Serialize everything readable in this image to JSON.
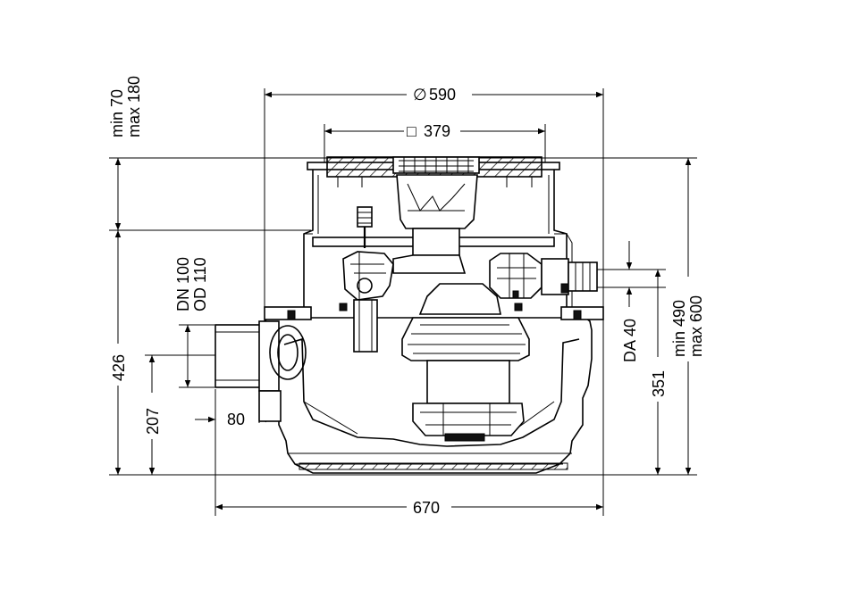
{
  "dimensions": {
    "diameter_top": "590",
    "square_cover": "379",
    "height_adjust_min": "min 70",
    "height_adjust_max": "max 180",
    "total_height_min": "min 490",
    "total_height_max": "max 600",
    "height_426": "426",
    "height_207": "207",
    "height_351": "351",
    "offset_80": "80",
    "width_670": "670",
    "inlet_dn": "DN 100",
    "inlet_od": "OD 110",
    "outlet_da": "DA 40"
  },
  "symbols": {
    "diameter": "∅",
    "square": "□"
  }
}
